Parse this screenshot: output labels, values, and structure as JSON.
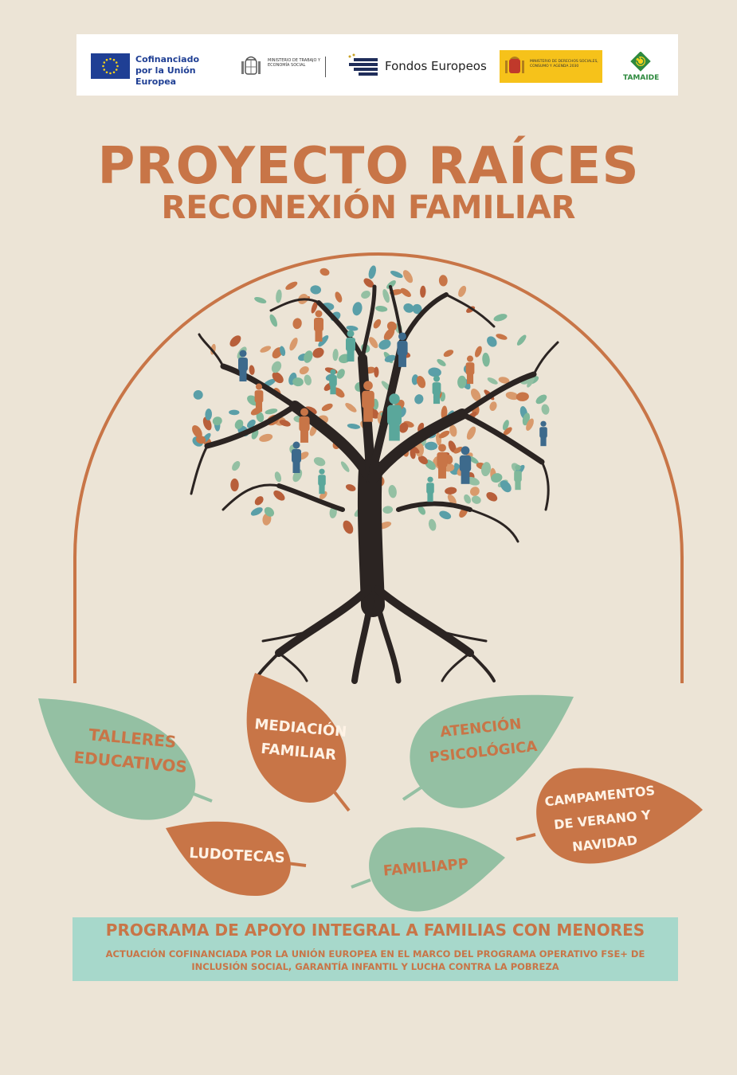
{
  "logos": {
    "eu_text": "Cofinanciado por la Unión Europea",
    "ministry_trabajo_text": "MINISTERIO DE TRABAJO Y ECONOMÍA SOCIAL",
    "fondos_text": "Fondos Europeos",
    "ministry_derechos_text": "MINISTERIO DE DERECHOS SOCIALES, CONSUMO Y AGENDA 2030",
    "tamaide_text": "TAMAIDE"
  },
  "title": {
    "main": "PROYECTO RAÍCES",
    "subtitle": "RECONEXIÓN FAMILIAR"
  },
  "leaves": [
    {
      "label": "TALLERES EDUCATIVOS",
      "color": "#94c0a3"
    },
    {
      "label": "MEDIACIÓN FAMILIAR",
      "color": "#c87547"
    },
    {
      "label": "ATENCIÓN PSICOLÓGICA",
      "color": "#94c0a3"
    },
    {
      "label": "LUDOTECAS",
      "color": "#c87547"
    },
    {
      "label": "FAMILIAPP",
      "color": "#94c0a3"
    },
    {
      "label": "CAMPAMENTOS DE VERANO Y NAVIDAD",
      "color": "#c87547"
    }
  ],
  "band": {
    "title": "PROGRAMA DE APOYO INTEGRAL A FAMILIAS CON MENORES",
    "subtitle": "ACTUACIÓN COFINANCIADA POR LA UNIÓN EUROPEA EN EL MARCO DEL PROGRAMA OPERATIVO FSE+ DE INCLUSIÓN SOCIAL, GARANTÍA INFANTIL Y LUCHA CONTRA LA POBREZA"
  },
  "colors": {
    "background": "#ece4d6",
    "accent": "#c87547",
    "green": "#94c0a3",
    "teal_band": "#a7d8cb",
    "eu_blue": "#1f3f94",
    "gov_yellow": "#f6c21a"
  },
  "icons": [
    "eu-flag-icon",
    "spain-shield-icon",
    "fondos-europeos-icon",
    "tamaide-logo-icon",
    "family-tree-illustration"
  ]
}
